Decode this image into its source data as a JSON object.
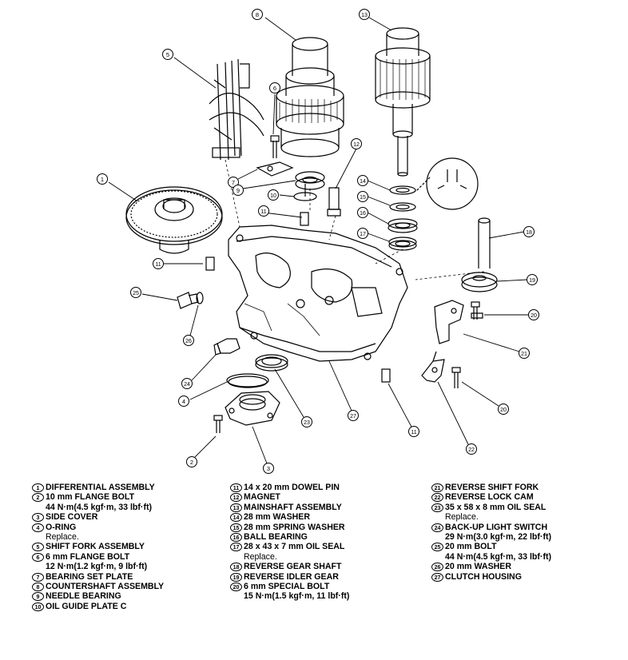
{
  "callouts": [
    "1",
    "2",
    "3",
    "4",
    "5",
    "6",
    "7",
    "8",
    "9",
    "10",
    "11",
    "11",
    "11",
    "12",
    "13",
    "14",
    "15",
    "16",
    "17",
    "18",
    "19",
    "20",
    "20",
    "21",
    "22",
    "23",
    "24",
    "25",
    "26",
    "27"
  ],
  "legend": [
    {
      "num": "1",
      "name": "DIFFERENTIAL ASSEMBLY",
      "lines": []
    },
    {
      "num": "2",
      "name": "10 mm FLANGE BOLT",
      "lines": [
        "44 N·m(4.5 kgf·m, 33 lbf·ft)"
      ]
    },
    {
      "num": "3",
      "name": "SIDE COVER",
      "lines": []
    },
    {
      "num": "4",
      "name": "O-RING",
      "lines": [],
      "note": "Replace."
    },
    {
      "num": "5",
      "name": "SHIFT FORK ASSEMBLY",
      "lines": []
    },
    {
      "num": "6",
      "name": "6 mm FLANGE BOLT",
      "lines": [
        "12 N·m(1.2 kgf·m, 9 lbf·ft)"
      ]
    },
    {
      "num": "7",
      "name": "BEARING SET PLATE",
      "lines": []
    },
    {
      "num": "8",
      "name": "COUNTERSHAFT ASSEMBLY",
      "lines": []
    },
    {
      "num": "9",
      "name": "NEEDLE BEARING",
      "lines": []
    },
    {
      "num": "10",
      "name": "OIL GUIDE PLATE C",
      "lines": []
    },
    {
      "num": "11",
      "name": "14 x 20 mm DOWEL PIN",
      "lines": []
    },
    {
      "num": "12",
      "name": "MAGNET",
      "lines": []
    },
    {
      "num": "13",
      "name": "MAINSHAFT ASSEMBLY",
      "lines": []
    },
    {
      "num": "14",
      "name": "28 mm WASHER",
      "lines": []
    },
    {
      "num": "15",
      "name": "28 mm SPRING WASHER",
      "lines": []
    },
    {
      "num": "16",
      "name": "BALL BEARING",
      "lines": []
    },
    {
      "num": "17",
      "name": "28 x 43 x 7 mm OIL SEAL",
      "lines": [],
      "note": "Replace."
    },
    {
      "num": "18",
      "name": "REVERSE GEAR SHAFT",
      "lines": []
    },
    {
      "num": "19",
      "name": "REVERSE IDLER GEAR",
      "lines": []
    },
    {
      "num": "20",
      "name": "6 mm SPECIAL BOLT",
      "lines": [
        "15 N·m(1.5 kgf·m, 11 lbf·ft)"
      ]
    },
    {
      "num": "21",
      "name": "REVERSE SHIFT FORK",
      "lines": []
    },
    {
      "num": "22",
      "name": "REVERSE LOCK CAM",
      "lines": []
    },
    {
      "num": "23",
      "name": "35 x 58 x 8 mm OIL SEAL",
      "lines": [],
      "note": "Replace."
    },
    {
      "num": "24",
      "name": "BACK-UP LIGHT SWITCH",
      "lines": [
        "29 N·m(3.0 kgf·m, 22 lbf·ft)"
      ]
    },
    {
      "num": "25",
      "name": "20 mm BOLT",
      "lines": [
        "44 N·m(4.5 kgf·m, 33 lbf·ft)"
      ]
    },
    {
      "num": "26",
      "name": "20 mm WASHER",
      "lines": []
    },
    {
      "num": "27",
      "name": "CLUTCH HOUSING",
      "lines": []
    }
  ]
}
